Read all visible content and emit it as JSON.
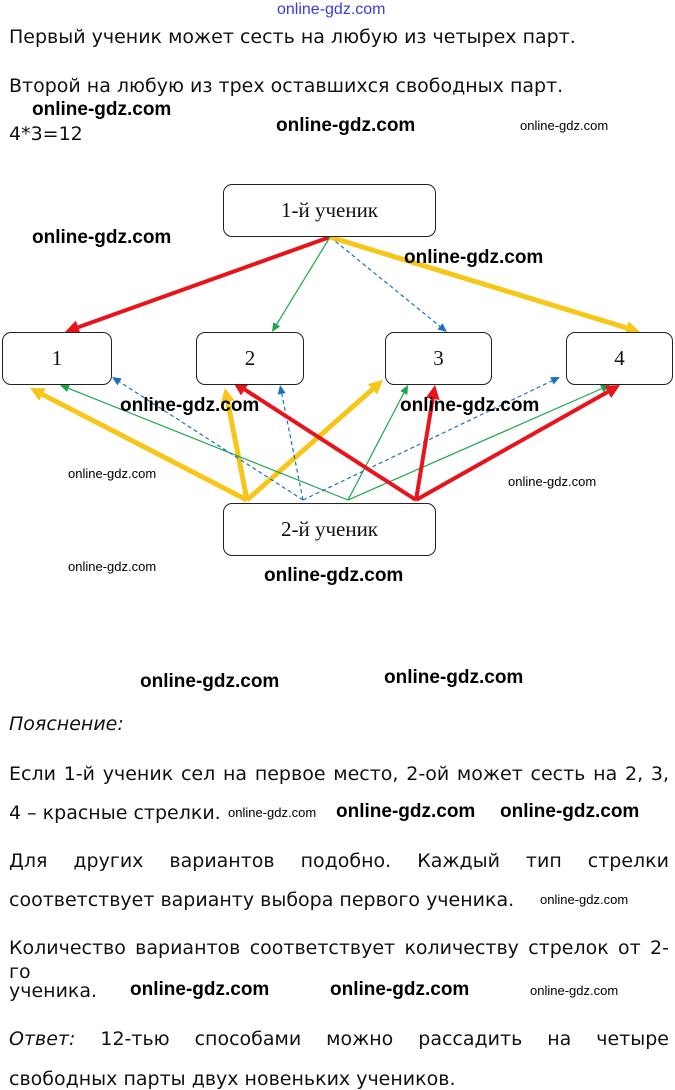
{
  "header_watermark": "online-gdz.com",
  "problem": {
    "line1": "Первый ученик может сесть на любую из четырех парт.",
    "line2": "Второй на любую из трех оставшихся свободных парт.",
    "formula": "4*3=12"
  },
  "diagram": {
    "student1": "1-й ученик",
    "student2": "2-й ученик",
    "desks": [
      "1",
      "2",
      "3",
      "4"
    ],
    "colors": {
      "red": "#e8141b",
      "yellow": "#f7c618",
      "green": "#1aa64a",
      "blue": "#1b6fc2"
    }
  },
  "explanation": {
    "heading": "Пояснение:",
    "p1_line1": "Если 1-й ученик сел на первое место, 2-ой может сесть на 2, 3,",
    "p1_line2": "4 – красные стрелки.",
    "p2_line1": "Для других вариантов подобно. Каждый тип стрелки",
    "p2_line2": "соответствует варианту выбора первого ученика.",
    "p3_line1": "Количество вариантов соответствует количеству стрелок от 2-го",
    "p3_line2": "ученика.",
    "answer_label": "Ответ:",
    "answer_line1": "12-тью способами можно рассадить на четыре",
    "answer_line2": "свободных парты двух новеньких учеников."
  },
  "watermark": "online-gdz.com"
}
